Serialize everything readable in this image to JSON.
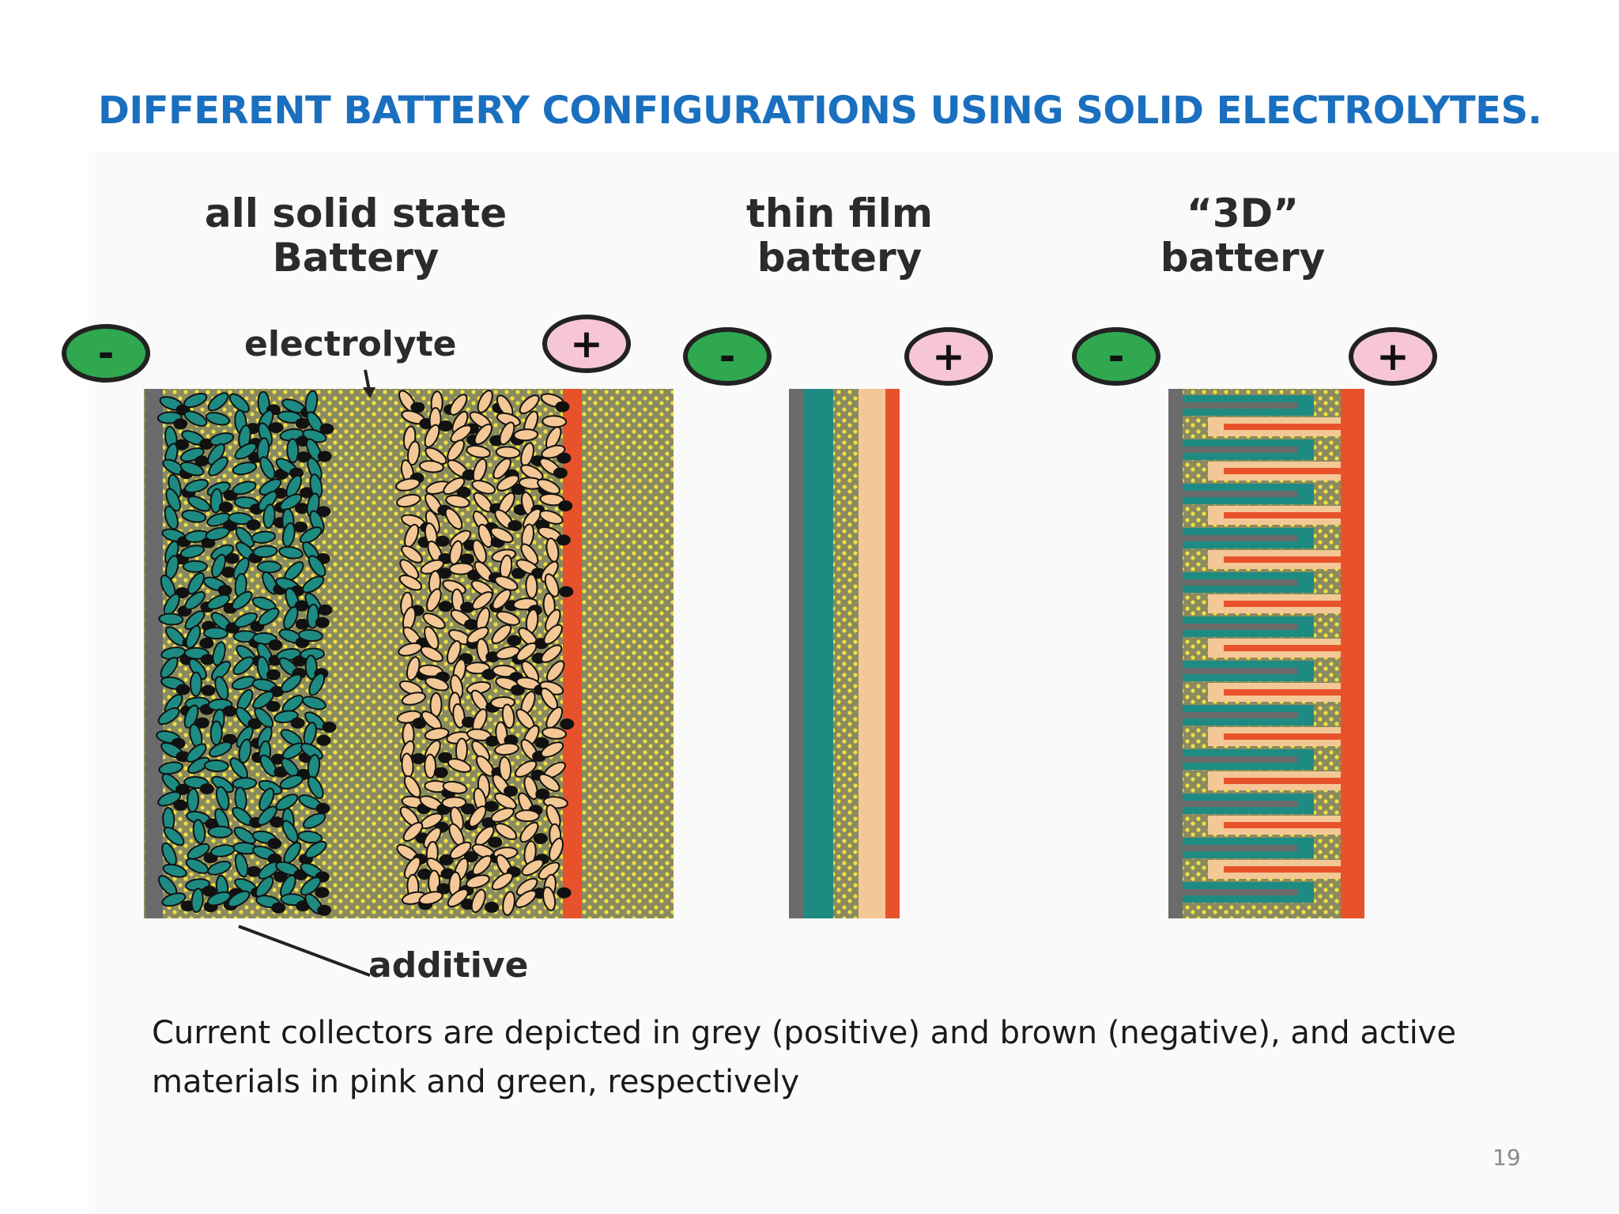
{
  "slide": {
    "title": "DIFFERENT BATTERY CONFIGURATIONS USING SOLID ELECTROLYTES.",
    "caption": "Current collectors are depicted in grey (positive) and brown (negative), and active materials in pink and green, respectively",
    "page_number": "19"
  },
  "diagram": {
    "panels": [
      {
        "label": "all solid state\nBattery"
      },
      {
        "label": "thin film\nbattery"
      },
      {
        "label": "“3D”\nbattery"
      }
    ],
    "terminals": {
      "negative": "-",
      "positive": "+"
    },
    "callouts": {
      "electrolyte": "electrolyte",
      "additive": "additive"
    },
    "colors": {
      "title": "#1a6fbf",
      "grey_collector": "#6b6b6b",
      "red_collector": "#e8522b",
      "green_active": "#1e8b82",
      "pink_active": "#f4c896",
      "electrolyte_bg": "#8a8a60",
      "electrolyte_dots": "#f0e040",
      "additive": "#111111",
      "negative_terminal": "#2fa84f",
      "positive_terminal": "#f7c6d6"
    }
  }
}
